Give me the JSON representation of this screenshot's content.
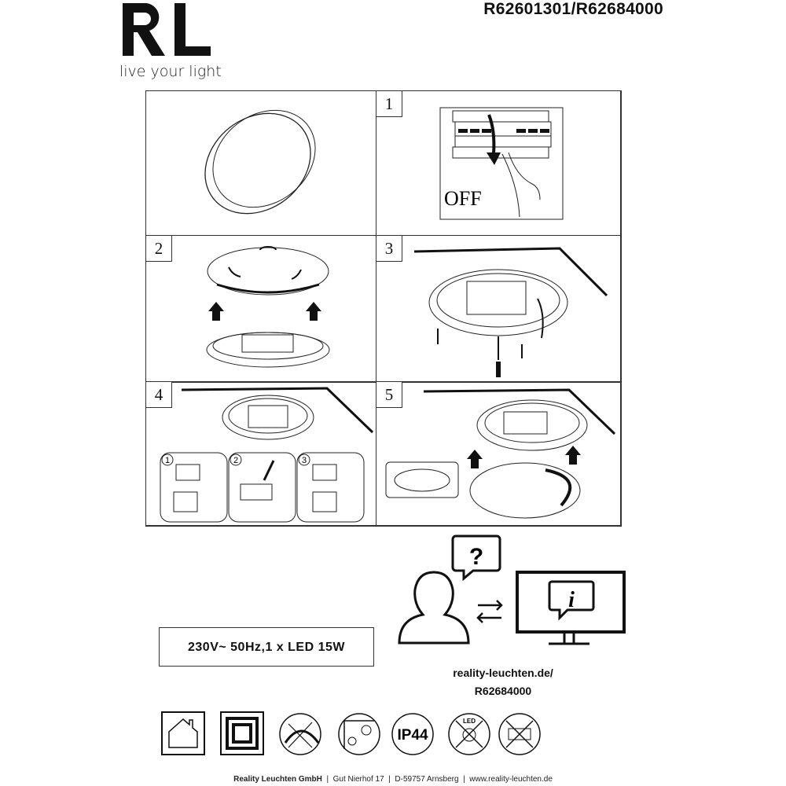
{
  "header": {
    "logo_text": "RL",
    "tagline": "live your light",
    "model_number": "R62601301/R62684000"
  },
  "steps": [
    {
      "number": "",
      "illustration": "luminaire-overview"
    },
    {
      "number": "1",
      "illustration": "switch-off-breaker",
      "caption": "OFF"
    },
    {
      "number": "2",
      "illustration": "remove-cover"
    },
    {
      "number": "3",
      "illustration": "mount-base"
    },
    {
      "number": "4",
      "illustration": "wire-terminal",
      "substeps": [
        "1",
        "2",
        "3"
      ]
    },
    {
      "number": "5",
      "illustration": "attach-cover"
    }
  ],
  "spec": "230V~ 50Hz,1 x LED 15W",
  "support": {
    "url_line1": "reality-leuchten.de/",
    "url_line2": "R62684000"
  },
  "symbols": [
    {
      "icon": "indoor-use-icon"
    },
    {
      "icon": "protection-class-2-icon"
    },
    {
      "icon": "no-dimmer-icon"
    },
    {
      "icon": "min-distance-icon"
    },
    {
      "icon": "ip-rating-icon",
      "label": "IP44"
    },
    {
      "icon": "led-not-replaceable-icon",
      "label": "LED"
    },
    {
      "icon": "driver-not-replaceable-icon"
    }
  ],
  "footer": {
    "company": "Reality Leuchten GmbH",
    "street": "Gut Nierhof 17",
    "city": "D-59757 Arnsberg",
    "website": "www.reality-leuchten.de"
  }
}
